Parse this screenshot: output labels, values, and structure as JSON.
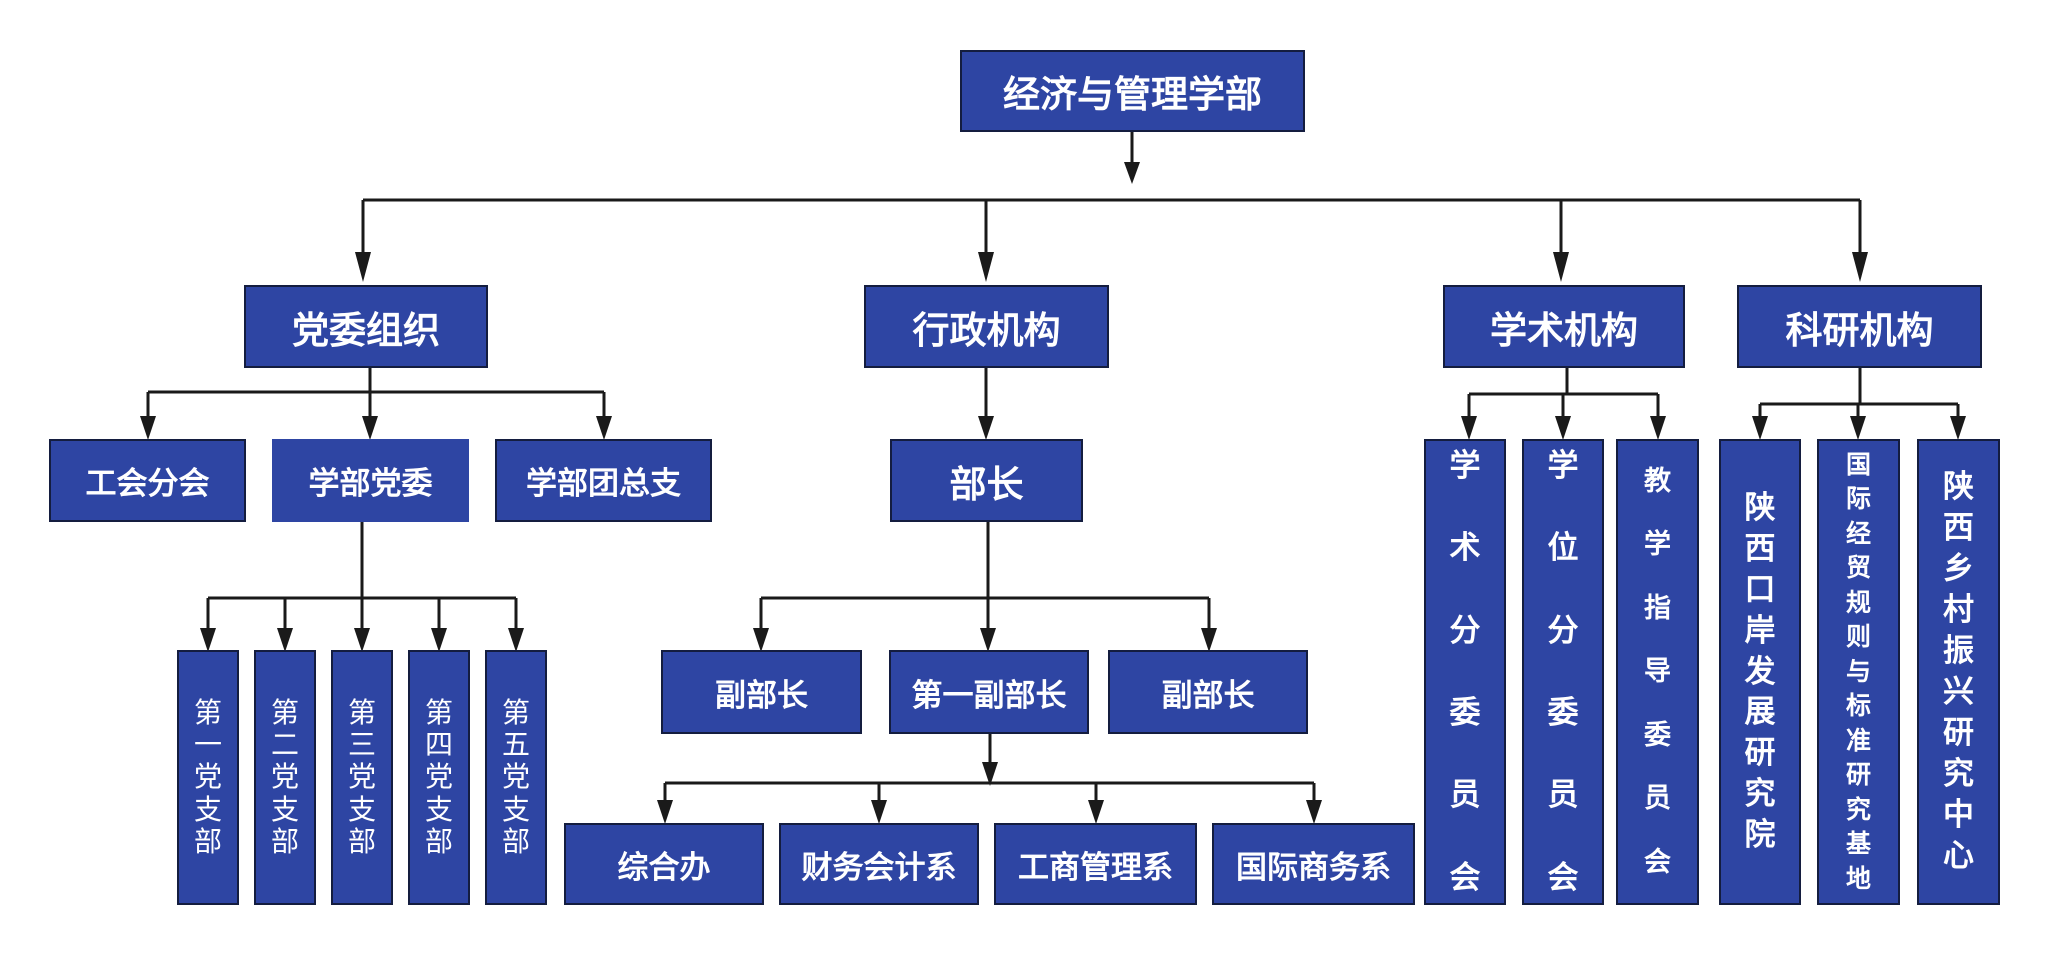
{
  "root": "经济与管理学部",
  "level1": {
    "party": "党委组织",
    "admin": "行政机构",
    "academic": "学术机构",
    "research": "科研机构"
  },
  "party": {
    "union": "工会分会",
    "committee": "学部党委",
    "league": "学部团总支",
    "branches": [
      "第一党支部",
      "第二党支部",
      "第三党支部",
      "第四党支部",
      "第五党支部"
    ]
  },
  "admin": {
    "head": "部长",
    "deputy_left": "副部长",
    "first_deputy": "第一副部长",
    "deputy_right": "副部长",
    "units": [
      "综合办",
      "财务会计系",
      "工商管理系",
      "国际商务系"
    ]
  },
  "academic": {
    "committees": [
      "学术分委员会",
      "学位分委员会",
      "教学指导委员会"
    ]
  },
  "research": {
    "centers": [
      "陕西口岸发展研究院",
      "国际经贸规则与标准研究基地",
      "陕西乡村振兴研究中心"
    ]
  },
  "colors": {
    "box_fill": "#2e45a3",
    "box_border": "#141d3f",
    "line": "#1a1a1a",
    "text": "#ffffff"
  }
}
